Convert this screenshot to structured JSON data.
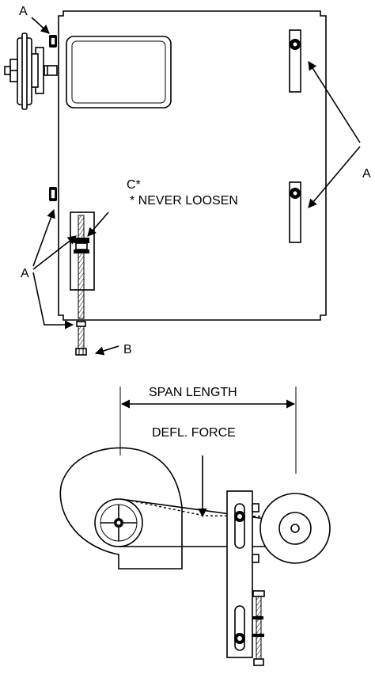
{
  "labels": {
    "a_top": "A",
    "a_right": "A",
    "a_left": "A",
    "b": "B",
    "c": "C*",
    "never_loosen": "* NEVER LOOSEN",
    "span_length": "SPAN LENGTH",
    "defl_force": "DEFL. FORCE"
  }
}
